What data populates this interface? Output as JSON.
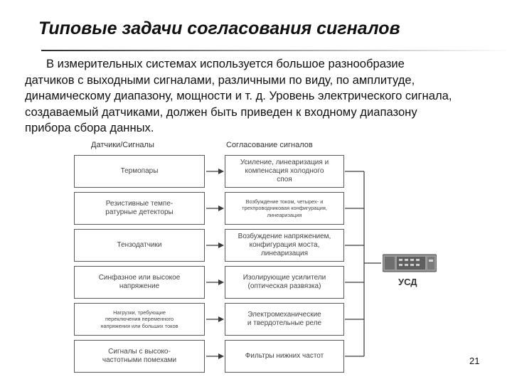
{
  "slide": {
    "title": "Типовые задачи согласования сигналов",
    "paragraph": "В измерительных системах используется большое разнообразие\nдатчиков с выходными сигналами, различными по виду, по амплитуде,\nдинамическому диапазону, мощности и т. д. Уровень электрического сигнала,\nсоздаваемый датчиками, должен быть приведен к входному диапазону\nприбора сбора данных.",
    "page_number": "21"
  },
  "diagram": {
    "left_header": "Датчики/Сигналы",
    "right_header": "Согласование сигналов",
    "sensors": [
      "Термопары",
      "Резистивные темпе-\nратурные детекторы",
      "Тензодатчики",
      "Синфазное или высокое\nнапряжение",
      "Нагрузки, требующие\nпереключения переменного\nнапряжения или больших токов",
      "Сигналы с высоко-\nчастотными помехами"
    ],
    "conditioning": [
      "Усиление, линеаризация и\nкомпенсация холодного\nспоя",
      "Возбуждение током, четырех- и\nтрехпроводниковая конфигурация,\nлинеаризация",
      "Возбуждение напряжением,\nконфигурация моста,\nлинеаризация",
      "Изолирующие усилители\n(оптическая развязка)",
      "Электромеханические\nи твердотельные реле",
      "Фильтры нижних частот"
    ],
    "daq_label": "УСД",
    "device_icon": "daq-device-icon",
    "arrow_icon": "arrow-right-icon"
  },
  "colors": {
    "box_border": "#5a5a5a",
    "line": "#3a3a3a",
    "device_body": "#9a9a9a",
    "device_panel": "#5f5f5f"
  }
}
